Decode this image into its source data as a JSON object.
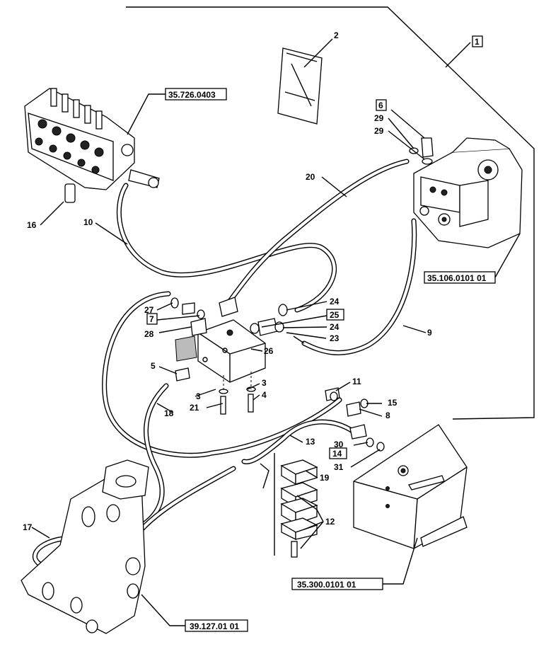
{
  "reference_labels": {
    "kit": "1",
    "valve": "35.726.0403",
    "pump": "35.106.0101 01",
    "tank": "35.300.0101 01",
    "frame": "39.127.01 01"
  },
  "callouts": {
    "n2": "2",
    "n3a": "3",
    "n3b": "3",
    "n4": "4",
    "n5": "5",
    "n6": "6",
    "n7": "7",
    "n8": "8",
    "n9": "9",
    "n10": "10",
    "n11": "11",
    "n12": "12",
    "n13": "13",
    "n14": "14",
    "n15": "15",
    "n16": "16",
    "n17": "17",
    "n18": "18",
    "n19": "19",
    "n20": "20",
    "n21": "21",
    "n23": "23",
    "n24a": "24",
    "n24b": "24",
    "n25": "25",
    "n26": "26",
    "n27": "27",
    "n28": "28",
    "n29a": "29",
    "n29b": "29",
    "n30": "30",
    "n31": "31"
  }
}
